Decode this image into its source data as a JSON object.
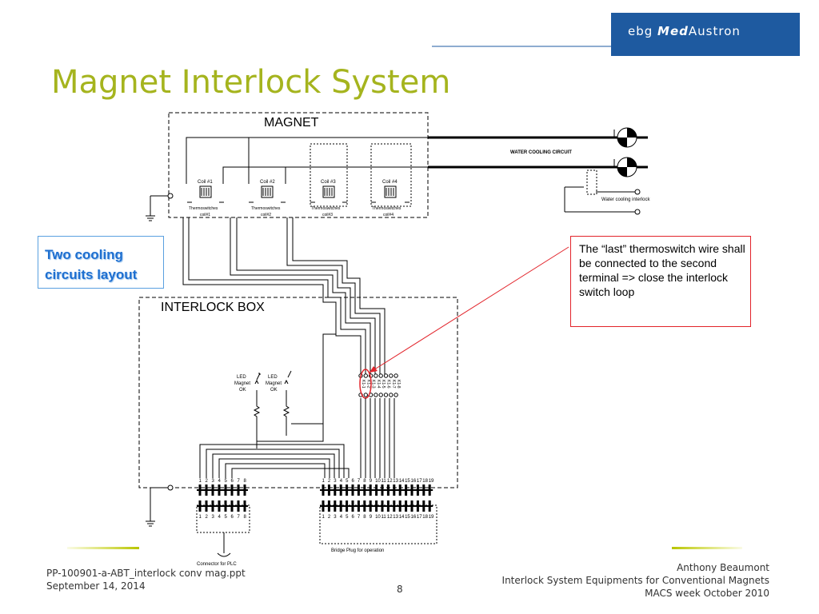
{
  "logo": {
    "prefix": "ebg ",
    "med": "Med",
    "suffix": "Austron"
  },
  "title": "Magnet Interlock System",
  "diagram": {
    "magnet_label": "MAGNET",
    "interlock_box_label": "INTERLOCK BOX",
    "water_cooling_circuit": "WATER COOLING CIRCUIT",
    "water_cooling_interlock": "Water cooling interlock",
    "coils": [
      {
        "name": "Coil #1",
        "ts": "Thermoswitches",
        "ts2": "coil#1"
      },
      {
        "name": "Coil #2",
        "ts": "Thermoswitches",
        "ts2": "coil#2"
      },
      {
        "name": "Coil #3",
        "ts": "Thermoswitches",
        "ts2": "coil#3"
      },
      {
        "name": "Coil #4",
        "ts": "Thermoswitches",
        "ts2": "coil#4"
      }
    ],
    "led_labels": [
      {
        "l1": "LED",
        "l2": "Magnet",
        "l3": "OK"
      },
      {
        "l1": "LED",
        "l2": "Magnet",
        "l3": "OK"
      }
    ],
    "relays": [
      "K1-1",
      "K1-2",
      "K1-3",
      "K1-4",
      "K1-5",
      "K1-6",
      "K1-7",
      "K1-8"
    ],
    "connector_left_pins": [
      "1",
      "2",
      "3",
      "4",
      "5",
      "6",
      "7",
      "8"
    ],
    "connector_right_pins": [
      "1",
      "2",
      "3",
      "4",
      "5",
      "6",
      "7",
      "8",
      "9",
      "10",
      "11",
      "12",
      "13",
      "14",
      "15",
      "16",
      "17",
      "18",
      "19"
    ],
    "connector_plc": "Connector for PLC",
    "bridge_plug": "Bridge Plug  for operation"
  },
  "callout": "The “last” thermoswitch wire shall be connected to the second terminal => close the interlock switch loop",
  "two_cooling": {
    "line1": "Two cooling",
    "line2": "circuits layout"
  },
  "footer": {
    "file": "PP-100901-a-ABT_interlock conv mag.ppt",
    "date": "September 14, 2014",
    "page": "8",
    "author": "Anthony Beaumont",
    "subject": "Interlock System Equipments for Conventional Magnets",
    "event": "MACS week October 2010"
  },
  "colors": {
    "accent": "#a5b41e",
    "logo": "#1e5aa0",
    "callout_border": "#e2232a",
    "highlight": "#1e6fd0"
  }
}
